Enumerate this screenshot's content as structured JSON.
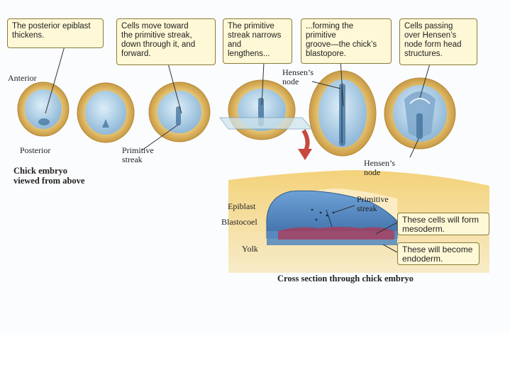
{
  "callouts": {
    "c1": "The posterior epiblast\nthickens.",
    "c2": "Cells move toward\nthe primitive streak,\ndown through it, and\nforward.",
    "c3": "The primitive\nstreak narrows\nand\nlengthens...",
    "c4": "...forming the\nprimitive\ngroove—the chick’s\nblastopore.",
    "c5": "Cells passing\nover Hensen’s\nnode form head\nstructures."
  },
  "labels": {
    "anterior": "Anterior",
    "posterior": "Posterior",
    "primitive_streak": "Primitive\nstreak",
    "hensens_node_top": "Hensen’s\nnode",
    "hensens_node_bottom": "Hensen’s\nnode",
    "chick_embryo_above": "Chick embryo\nviewed from above",
    "epiblast": "Epiblast",
    "blastocoel": "Blastocoel",
    "yolk": "Yolk",
    "primitive_streak_cs": "Primitive\nstreak",
    "mesoderm_box": "These cells will form\nmesoderm.",
    "endoderm_box": "These will become\nendoderm.",
    "cross_section": "Cross section through chick embryo"
  },
  "colors": {
    "callout_bg": "#fff8d6",
    "yolk_ring": "#d9b060",
    "embryo_blue": "#a9cde4",
    "cross_section_blue": "#4f86c0",
    "mesoderm_red": "#b8304a",
    "arrow_red": "#c8473e"
  }
}
